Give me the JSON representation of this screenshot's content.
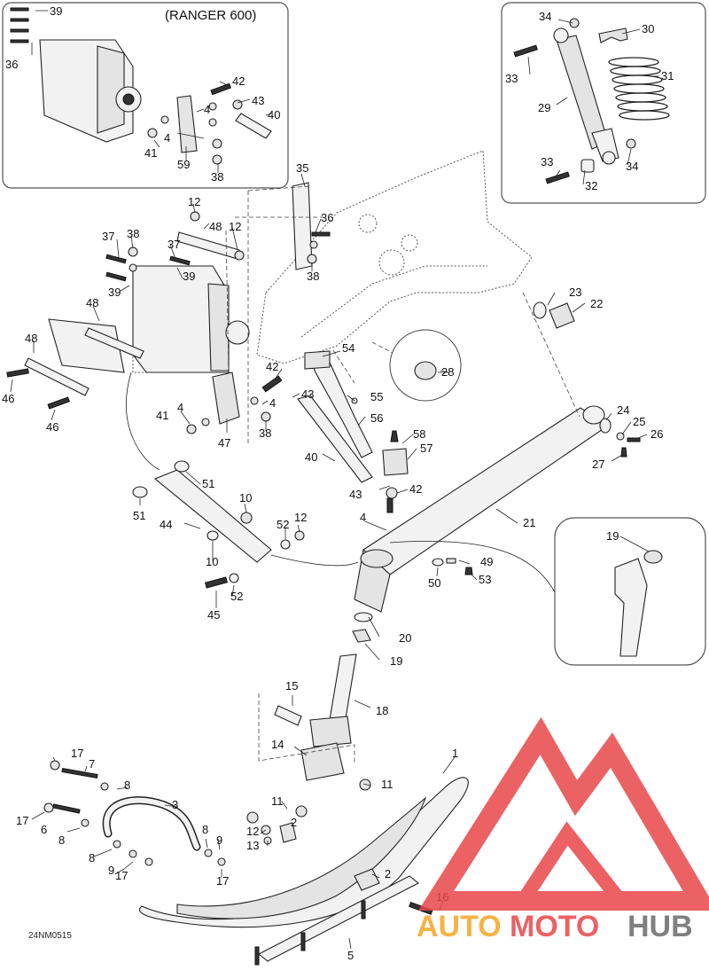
{
  "diagram": {
    "inset_title": "(RANGER 600)",
    "code": "24NM0515"
  },
  "watermark": {
    "text_orange": "AUTO",
    "text_red": "MOTO",
    "text_gray": "HUB",
    "color_orange": "#f5a623",
    "color_red": "#e8464a",
    "color_gray": "#6b6b6b"
  },
  "callouts": [
    "1",
    "2",
    "3",
    "4",
    "5",
    "6",
    "7",
    "8",
    "9",
    "10",
    "11",
    "12",
    "13",
    "14",
    "15",
    "16",
    "17",
    "18",
    "19",
    "20",
    "21",
    "22",
    "23",
    "24",
    "25",
    "26",
    "27",
    "28",
    "29",
    "30",
    "31",
    "32",
    "33",
    "34",
    "35",
    "36",
    "37",
    "38",
    "39",
    "40",
    "41",
    "42",
    "43",
    "44",
    "45",
    "46",
    "47",
    "48",
    "49",
    "50",
    "51",
    "52",
    "53",
    "54",
    "55",
    "56",
    "57",
    "58",
    "59"
  ],
  "labels": [
    {
      "id": "39a",
      "text": "39"
    },
    {
      "id": "36a",
      "text": "36"
    },
    {
      "id": "42a",
      "text": "42"
    },
    {
      "id": "43a",
      "text": "43"
    },
    {
      "id": "40a",
      "text": "40"
    },
    {
      "id": "4a",
      "text": "4"
    },
    {
      "id": "4b",
      "text": "4"
    },
    {
      "id": "41a",
      "text": "41"
    },
    {
      "id": "59a",
      "text": "59"
    },
    {
      "id": "38a",
      "text": "38"
    },
    {
      "id": "34a",
      "text": "34"
    },
    {
      "id": "30a",
      "text": "30"
    },
    {
      "id": "33a",
      "text": "33"
    },
    {
      "id": "31a",
      "text": "31"
    },
    {
      "id": "29a",
      "text": "29"
    },
    {
      "id": "33b",
      "text": "33"
    },
    {
      "id": "34b",
      "text": "34"
    },
    {
      "id": "32a",
      "text": "32"
    },
    {
      "id": "35a",
      "text": "35"
    },
    {
      "id": "36b",
      "text": "36"
    },
    {
      "id": "38b",
      "text": "38"
    },
    {
      "id": "12a",
      "text": "12"
    },
    {
      "id": "48a",
      "text": "48"
    },
    {
      "id": "12b",
      "text": "12"
    },
    {
      "id": "37a",
      "text": "37"
    },
    {
      "id": "38c",
      "text": "38"
    },
    {
      "id": "37b",
      "text": "37"
    },
    {
      "id": "39b",
      "text": "39"
    },
    {
      "id": "39c",
      "text": "39"
    },
    {
      "id": "48b",
      "text": "48"
    },
    {
      "id": "48c",
      "text": "48"
    },
    {
      "id": "46a",
      "text": "46"
    },
    {
      "id": "46b",
      "text": "46"
    },
    {
      "id": "54a",
      "text": "54"
    },
    {
      "id": "28a",
      "text": "28"
    },
    {
      "id": "23a",
      "text": "23"
    },
    {
      "id": "22a",
      "text": "22"
    },
    {
      "id": "42b",
      "text": "42"
    },
    {
      "id": "43b",
      "text": "43"
    },
    {
      "id": "4c",
      "text": "4"
    },
    {
      "id": "55a",
      "text": "55"
    },
    {
      "id": "41b",
      "text": "41"
    },
    {
      "id": "4d",
      "text": "4"
    },
    {
      "id": "47a",
      "text": "47"
    },
    {
      "id": "38d",
      "text": "38"
    },
    {
      "id": "56a",
      "text": "56"
    },
    {
      "id": "24a",
      "text": "24"
    },
    {
      "id": "25a",
      "text": "25"
    },
    {
      "id": "26a",
      "text": "26"
    },
    {
      "id": "58a",
      "text": "58"
    },
    {
      "id": "57a",
      "text": "57"
    },
    {
      "id": "27a",
      "text": "27"
    },
    {
      "id": "40b",
      "text": "40"
    },
    {
      "id": "51a",
      "text": "51"
    },
    {
      "id": "51b",
      "text": "51"
    },
    {
      "id": "10a",
      "text": "10"
    },
    {
      "id": "43c",
      "text": "43"
    },
    {
      "id": "42c",
      "text": "42"
    },
    {
      "id": "44a",
      "text": "44"
    },
    {
      "id": "12c",
      "text": "12"
    },
    {
      "id": "52a",
      "text": "52"
    },
    {
      "id": "4e",
      "text": "4"
    },
    {
      "id": "21a",
      "text": "21"
    },
    {
      "id": "19a",
      "text": "19"
    },
    {
      "id": "10b",
      "text": "10"
    },
    {
      "id": "49a",
      "text": "49"
    },
    {
      "id": "50a",
      "text": "50"
    },
    {
      "id": "53a",
      "text": "53"
    },
    {
      "id": "45a",
      "text": "45"
    },
    {
      "id": "52b",
      "text": "52"
    },
    {
      "id": "20a",
      "text": "20"
    },
    {
      "id": "19b",
      "text": "19"
    },
    {
      "id": "15a",
      "text": "15"
    },
    {
      "id": "18a",
      "text": "18"
    },
    {
      "id": "14a",
      "text": "14"
    },
    {
      "id": "1a",
      "text": "1"
    },
    {
      "id": "17a",
      "text": "17"
    },
    {
      "id": "7a",
      "text": "7"
    },
    {
      "id": "11a",
      "text": "11"
    },
    {
      "id": "8a",
      "text": "8"
    },
    {
      "id": "3a",
      "text": "3"
    },
    {
      "id": "11b",
      "text": "11"
    },
    {
      "id": "17b",
      "text": "17"
    },
    {
      "id": "6a",
      "text": "6"
    },
    {
      "id": "8b",
      "text": "8"
    },
    {
      "id": "12d",
      "text": "12"
    },
    {
      "id": "13a",
      "text": "13"
    },
    {
      "id": "2a",
      "text": "2"
    },
    {
      "id": "8c",
      "text": "8"
    },
    {
      "id": "9a",
      "text": "9"
    },
    {
      "id": "8d",
      "text": "8"
    },
    {
      "id": "9b",
      "text": "9"
    },
    {
      "id": "17c",
      "text": "17"
    },
    {
      "id": "17d",
      "text": "17"
    },
    {
      "id": "2b",
      "text": "2"
    },
    {
      "id": "16a",
      "text": "16"
    },
    {
      "id": "5a",
      "text": "5"
    }
  ]
}
